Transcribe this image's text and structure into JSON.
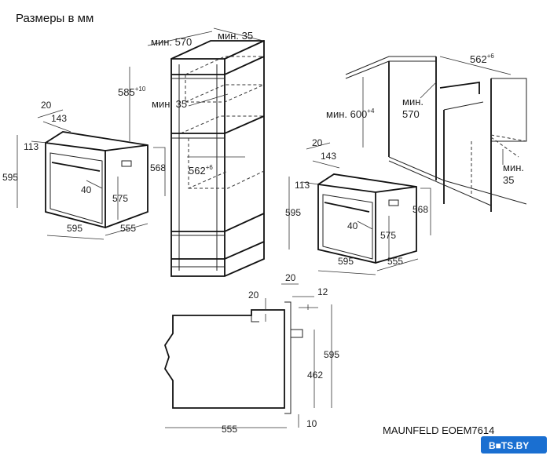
{
  "title": "Размеры в мм",
  "model": "MAUNFELD EOEM7614",
  "watermark": "B■TS.BY",
  "cabinet": {
    "min570": "мин. 570",
    "min35_top": "мин. 35",
    "d585": "585",
    "d585_sup": "+10",
    "min35_mid": "мин. 35",
    "d562": "562",
    "d562_sup": "+6"
  },
  "oven_left": {
    "d20": "20",
    "d143": "143",
    "d113": "113",
    "d595h": "595",
    "d568": "568",
    "d40": "40",
    "d575": "575",
    "d595w": "595",
    "d555": "555"
  },
  "counter": {
    "d562": "562",
    "d562_sup": "+6",
    "min600": "мин. 600",
    "min600_sup": "+4",
    "min570_a": "мин.",
    "min570_b": "570",
    "min35_a": "мин.",
    "min35_b": "35"
  },
  "oven_right": {
    "d20": "20",
    "d143": "143",
    "d113": "113",
    "d595h": "595",
    "d568": "568",
    "d40": "40",
    "d575": "575",
    "d595w": "595",
    "d555": "555"
  },
  "side": {
    "d20_top": "20",
    "d20_left": "20",
    "d12": "12",
    "d595": "595",
    "d462": "462",
    "d555": "555",
    "d10": "10"
  }
}
